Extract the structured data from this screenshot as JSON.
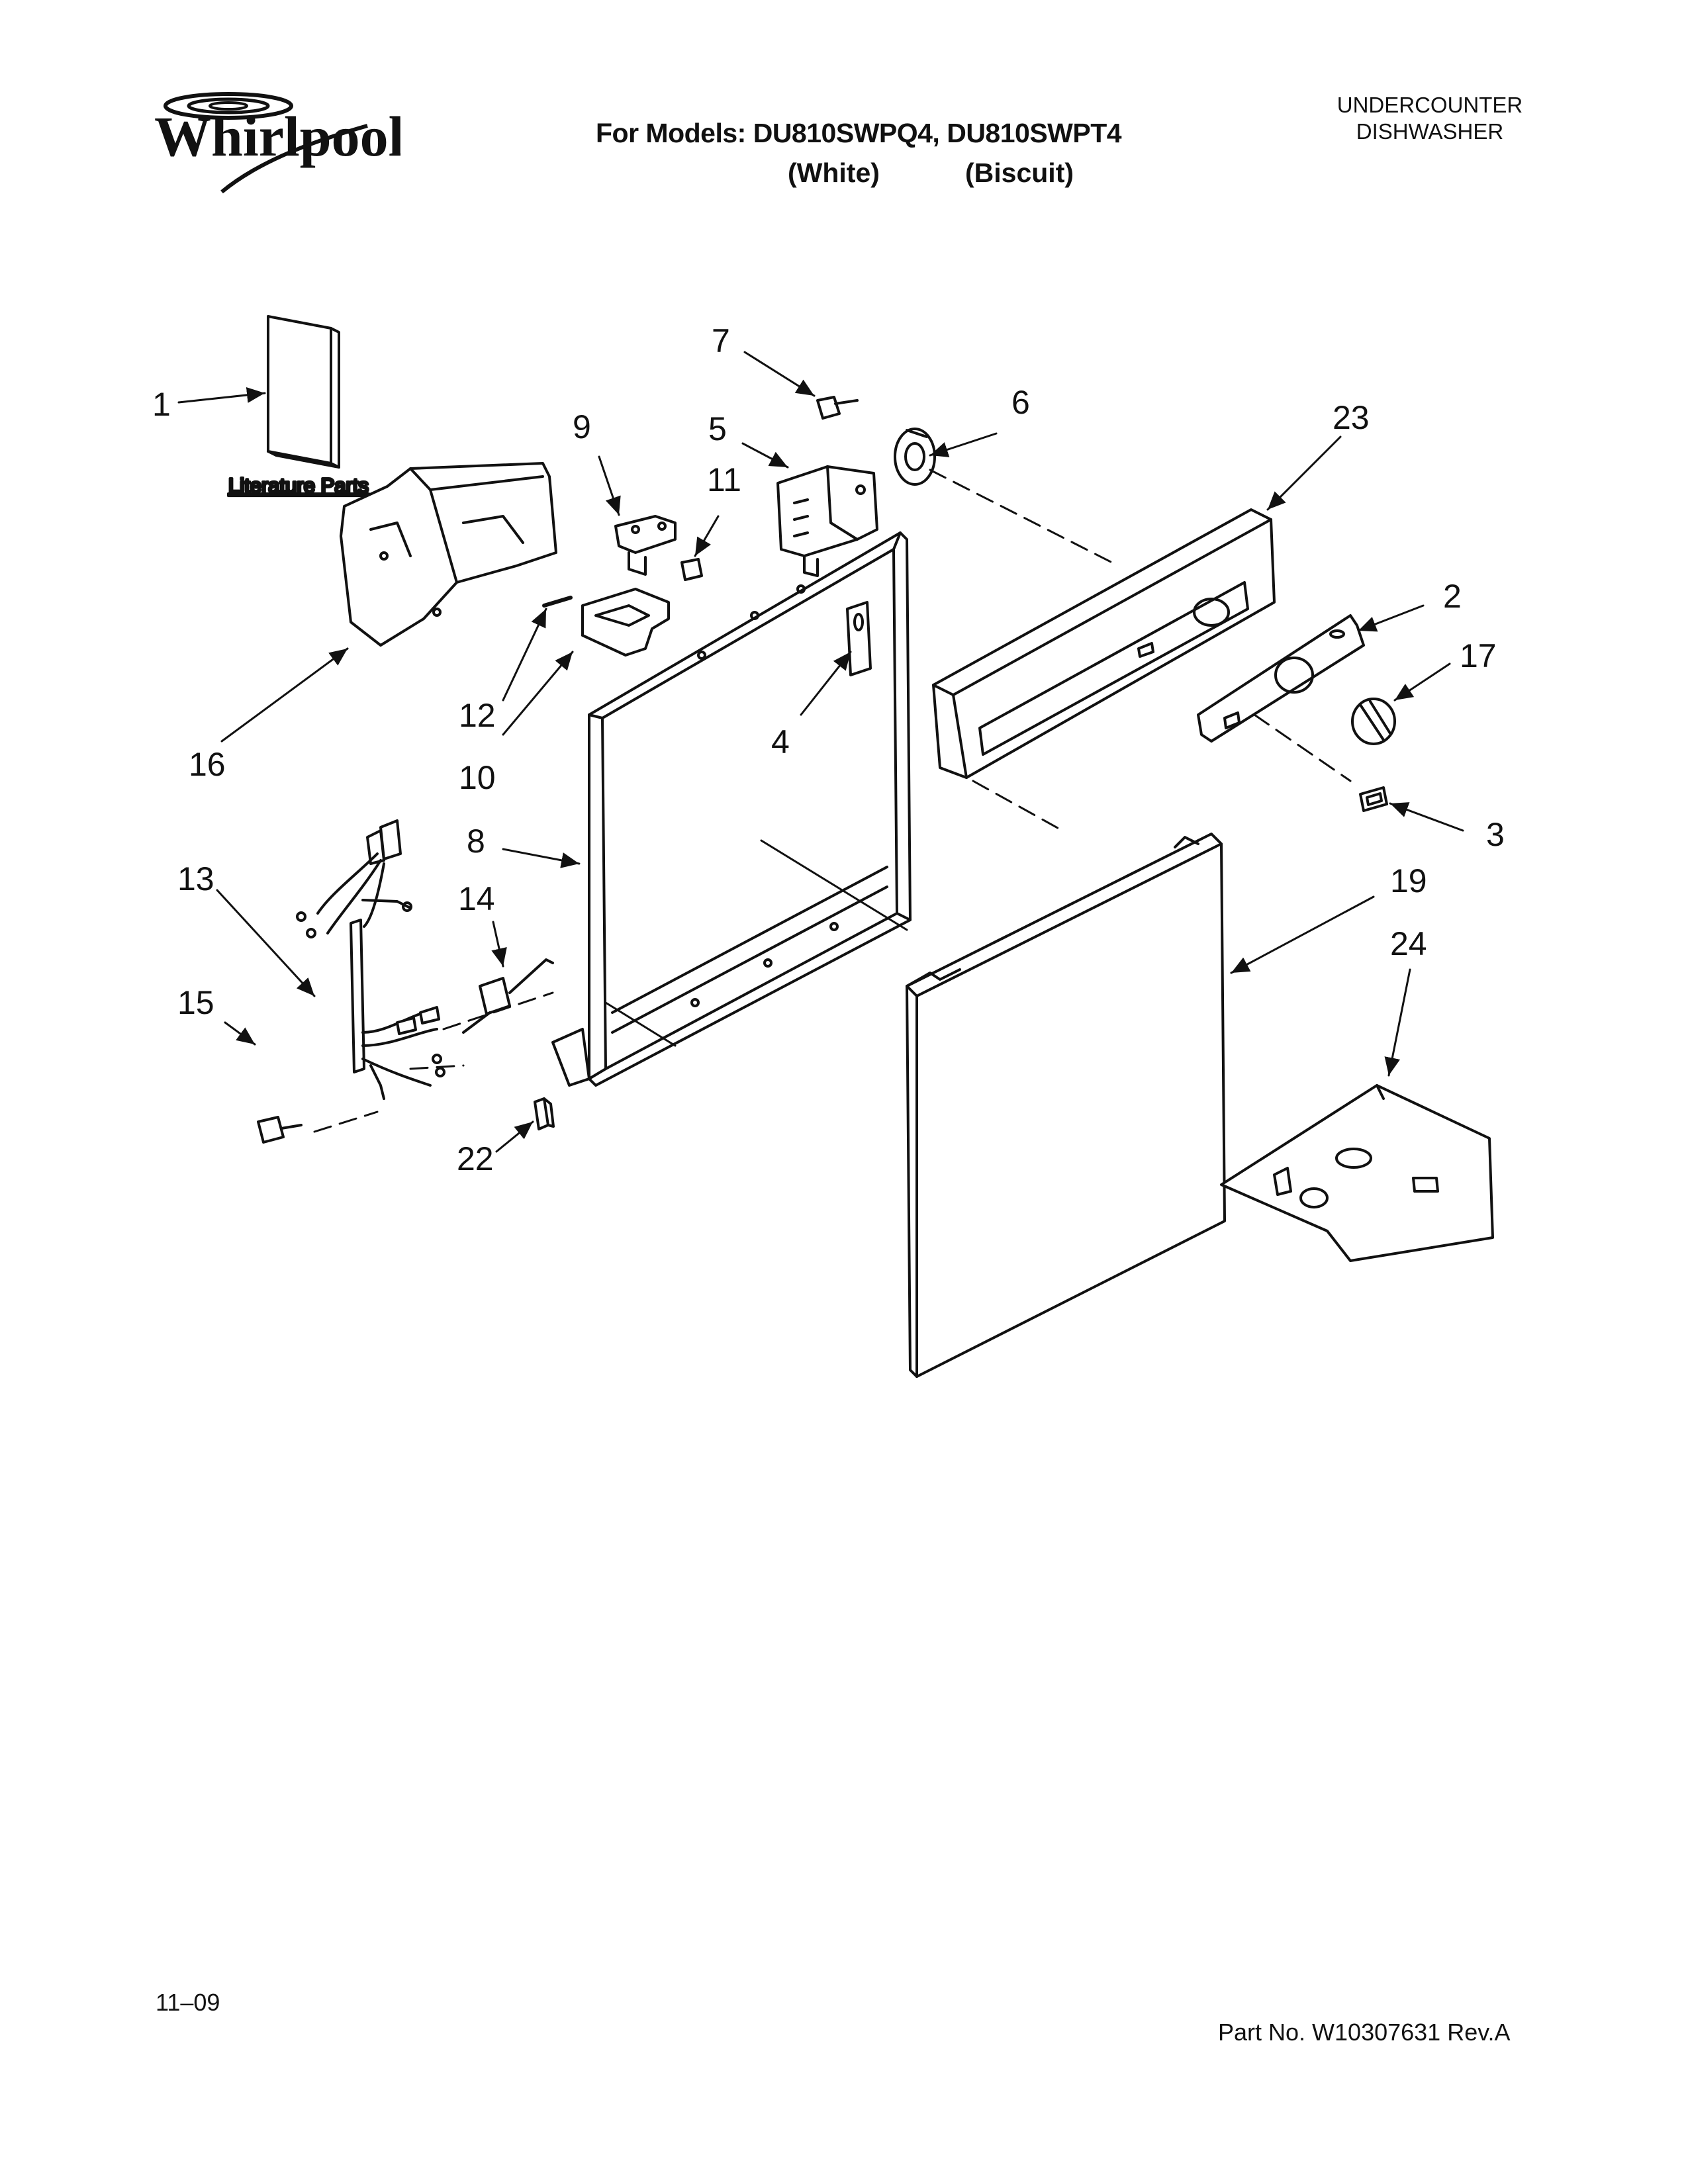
{
  "header": {
    "brand": "Whirlpool",
    "models_line": "For Models: DU810SWPQ4, DU810SWPT4",
    "variant_white": "(White)",
    "variant_biscuit": "(Biscuit)",
    "product_line1": "UNDERCOUNTER",
    "product_line2": "DISHWASHER"
  },
  "diagram": {
    "literature_label": "Literature Parts",
    "callouts": {
      "c1": "1",
      "c2": "2",
      "c3": "3",
      "c4": "4",
      "c5": "5",
      "c6": "6",
      "c7": "7",
      "c8": "8",
      "c9": "9",
      "c10": "10",
      "c11": "11",
      "c12": "12",
      "c13": "13",
      "c14": "14",
      "c15": "15",
      "c16": "16",
      "c17": "17",
      "c19": "19",
      "c22": "22",
      "c23": "23",
      "c24": "24"
    }
  },
  "footer": {
    "date": "11–09",
    "part_number": "Part No. W10307631 Rev.A"
  },
  "colors": {
    "ink": "#111111",
    "paper": "#ffffff"
  }
}
